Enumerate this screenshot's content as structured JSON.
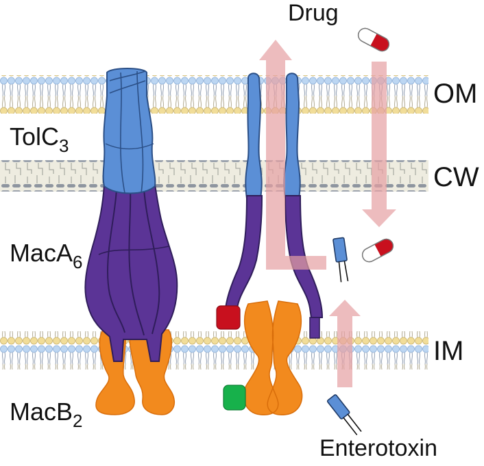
{
  "labels": {
    "drug": "Drug",
    "enterotoxin": "Enterotoxin",
    "om": "OM",
    "cw": "CW",
    "im": "IM",
    "tolc_base": "TolC",
    "tolc_sub": "3",
    "maca_base": "MacA",
    "maca_sub": "6",
    "macb_base": "MacB",
    "macb_sub": "2"
  },
  "colors": {
    "tolc": "#5b8fd6",
    "maca": "#5b3496",
    "macb": "#f28a1e",
    "arrow": "#e6a0a3",
    "pill_red": "#c8101e",
    "green_domain": "#17b14b",
    "lipid_head": "#bcd6f2",
    "lipid_head_inner": "#f1dd99",
    "cell_wall": "#eeece0"
  },
  "icons": {
    "drug": "capsule-icon",
    "enterotoxin": "toxin-icon"
  }
}
